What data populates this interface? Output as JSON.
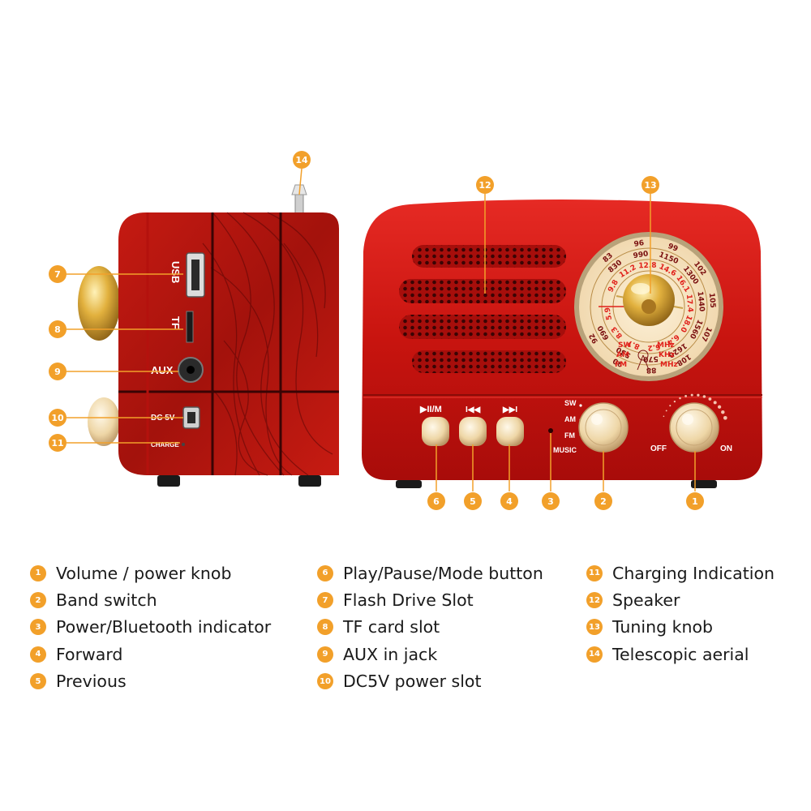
{
  "side_view": {
    "labels": {
      "usb": "USB",
      "tf": "TF",
      "aux": "AUX",
      "dc": "DC 5V",
      "charge": "CHARGE"
    }
  },
  "front_view": {
    "buttons": {
      "play_mode": "▶II/M",
      "previous": "I◀◀",
      "forward": "▶▶I"
    },
    "band_labels": [
      "SW",
      "AM",
      "FM",
      "MUSIC"
    ],
    "knob_labels": {
      "off": "OFF",
      "on": "ON"
    },
    "dial": {
      "outer_numbers": [
        "83",
        "96",
        "99",
        "102",
        "105",
        "107",
        "108",
        "88",
        "90",
        "92"
      ],
      "middle_numbers": [
        "830",
        "990",
        "1150",
        "1300",
        "1440",
        "1560",
        "1620",
        "570",
        "530",
        "690"
      ],
      "inner_numbers": [
        "9.8",
        "11.2",
        "12.8",
        "14.6",
        "16.1",
        "17.4",
        "18.0",
        "6.4",
        "6.2",
        "8.7",
        "8.3",
        "5.9"
      ],
      "band_text": [
        "SW",
        "AM",
        "FM"
      ],
      "unit_text": [
        "MHz",
        "KHz",
        "MHz"
      ]
    }
  },
  "callouts": {
    "n1": "1",
    "n2": "2",
    "n3": "3",
    "n4": "4",
    "n5": "5",
    "n6": "6",
    "n7": "7",
    "n8": "8",
    "n9": "9",
    "n10": "10",
    "n11": "11",
    "n12": "12",
    "n13": "13",
    "n14": "14"
  },
  "legend": {
    "col1": [
      {
        "num": "1",
        "text": "Volume / power knob"
      },
      {
        "num": "2",
        "text": "Band switch"
      },
      {
        "num": "3",
        "text": "Power/Bluetooth indicator"
      },
      {
        "num": "4",
        "text": "Forward"
      },
      {
        "num": "5",
        "text": "Previous"
      }
    ],
    "col2": [
      {
        "num": "6",
        "text": "Play/Pause/Mode button"
      },
      {
        "num": "7",
        "text": "Flash Drive Slot"
      },
      {
        "num": "8",
        "text": "TF card slot"
      },
      {
        "num": "9",
        "text": "AUX in jack"
      },
      {
        "num": "10",
        "text": "DC5V power slot"
      }
    ],
    "col3": [
      {
        "num": "11",
        "text": "Charging Indication"
      },
      {
        "num": "12",
        "text": "Speaker"
      },
      {
        "num": "13",
        "text": "Tuning knob"
      },
      {
        "num": "14",
        "text": "Telescopic aerial"
      }
    ]
  },
  "colors": {
    "radio_red": "#d31616",
    "badge_orange": "#f2a02a",
    "gold": "#d4a437",
    "cream": "#f1ddb5"
  }
}
